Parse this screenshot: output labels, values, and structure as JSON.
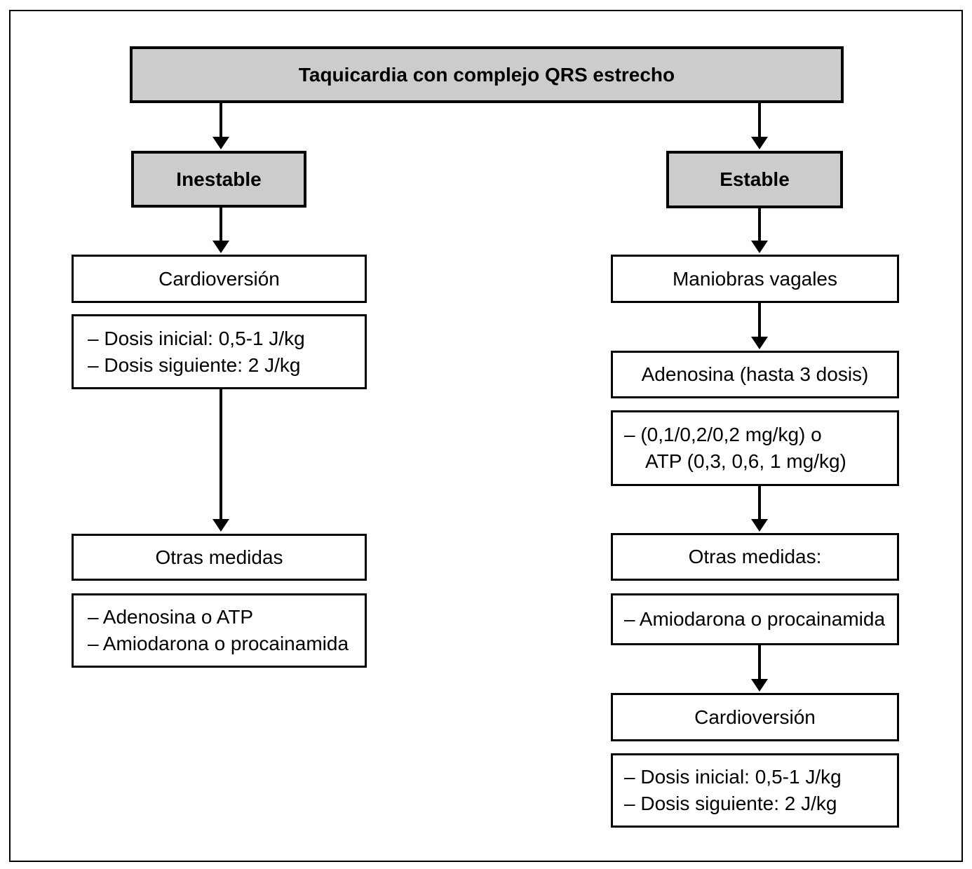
{
  "diagram": {
    "title": "Taquicardia con complejo QRS estrecho",
    "colors": {
      "box_fill_gray": "#cccccc",
      "border": "#000000",
      "background": "#ffffff"
    },
    "left": {
      "branch_label": "Inestable",
      "step1": "Cardioversión",
      "step1_detail_line1": "– Dosis inicial: 0,5-1 J/kg",
      "step1_detail_line2": "– Dosis siguiente: 2 J/kg",
      "step2": "Otras medidas",
      "step2_detail_line1": "– Adenosina o ATP",
      "step2_detail_line2": "– Amiodarona o procainamida"
    },
    "right": {
      "branch_label": "Estable",
      "step1": "Maniobras vagales",
      "step2": "Adenosina (hasta 3 dosis)",
      "step2_detail_line1": "– (0,1/0,2/0,2 mg/kg) o",
      "step2_detail_line2": "ATP (0,3, 0,6, 1 mg/kg)",
      "step3": "Otras medidas:",
      "step3_detail_line1": "– Amiodarona o procainamida",
      "step4": "Cardioversión",
      "step4_detail_line1": "– Dosis inicial: 0,5-1 J/kg",
      "step4_detail_line2": "– Dosis siguiente: 2 J/kg"
    }
  }
}
